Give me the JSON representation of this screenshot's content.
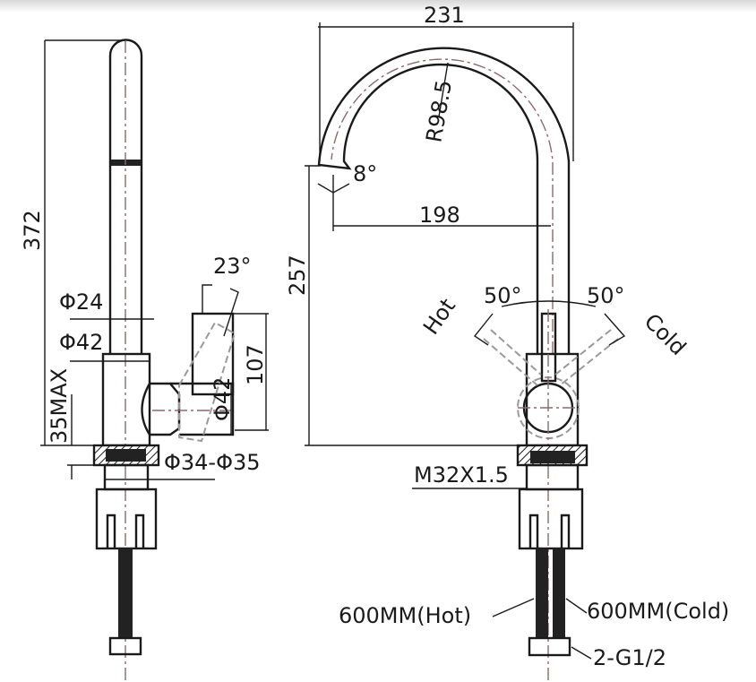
{
  "left_view": {
    "height_total": "372",
    "spout_diameter": "Φ24",
    "body_diameter": "Φ42",
    "max_counter_thickness": "35MAX",
    "hole_diameter": "Φ34-Φ35",
    "handle_angle": "23°",
    "handle_height": "107",
    "handle_diameter": "Φ42"
  },
  "right_view": {
    "width_total": "231",
    "bend_radius": "R98.5",
    "tip_angle": "8°",
    "reach": "198",
    "spout_height": "257",
    "hot_angle": "50°",
    "cold_angle": "50°",
    "hot_label": "Hot",
    "cold_label": "Cold",
    "thread": "M32X1.5",
    "hose_hot": "600MM(Hot)",
    "hose_cold": "600MM(Cold)",
    "connector": "2-G1/2"
  }
}
